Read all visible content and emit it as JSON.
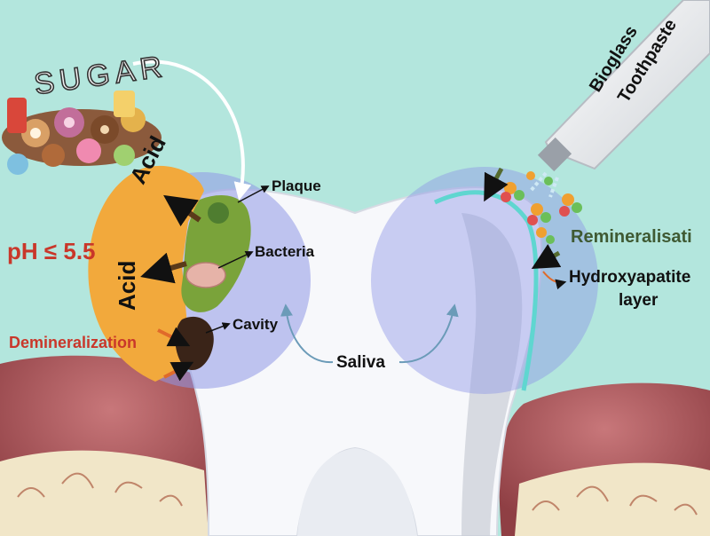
{
  "labels": {
    "sugar": "SUGAR",
    "acid_top": "Acid",
    "acid_left": "Acid",
    "ph": "pH ≤ 5.5",
    "demineralization": "Demineralization",
    "plaque": "Plaque",
    "bacteria": "Bacteria",
    "cavity": "Cavity",
    "saliva": "Saliva",
    "remineralisation": "Remineralisati",
    "hydroxyapatite": "Hydroxyapatite",
    "layer": "layer",
    "toothpaste_line1": "Bioglass",
    "toothpaste_line2": "Toothpaste"
  },
  "colors": {
    "background": "#b3e6dd",
    "magnifier_circle": "#8f97e6",
    "acid_blob": "#f2a93c",
    "plaque_green": "#7aa33a",
    "cavity_dark": "#3a2418",
    "demineralization_text": "#c9372a",
    "remineralisation_text": "#3f5a33",
    "mineral_layer": "#5fd6d0",
    "gum": "#b25a5e",
    "bone": "#f1e6c8",
    "tooth": "#f7f8fb"
  },
  "icons": [
    "candy-pile-icon",
    "curved-arrow-icon",
    "toothpaste-tube-icon",
    "mineral-ion-cluster-icon",
    "bacteria-icon"
  ]
}
